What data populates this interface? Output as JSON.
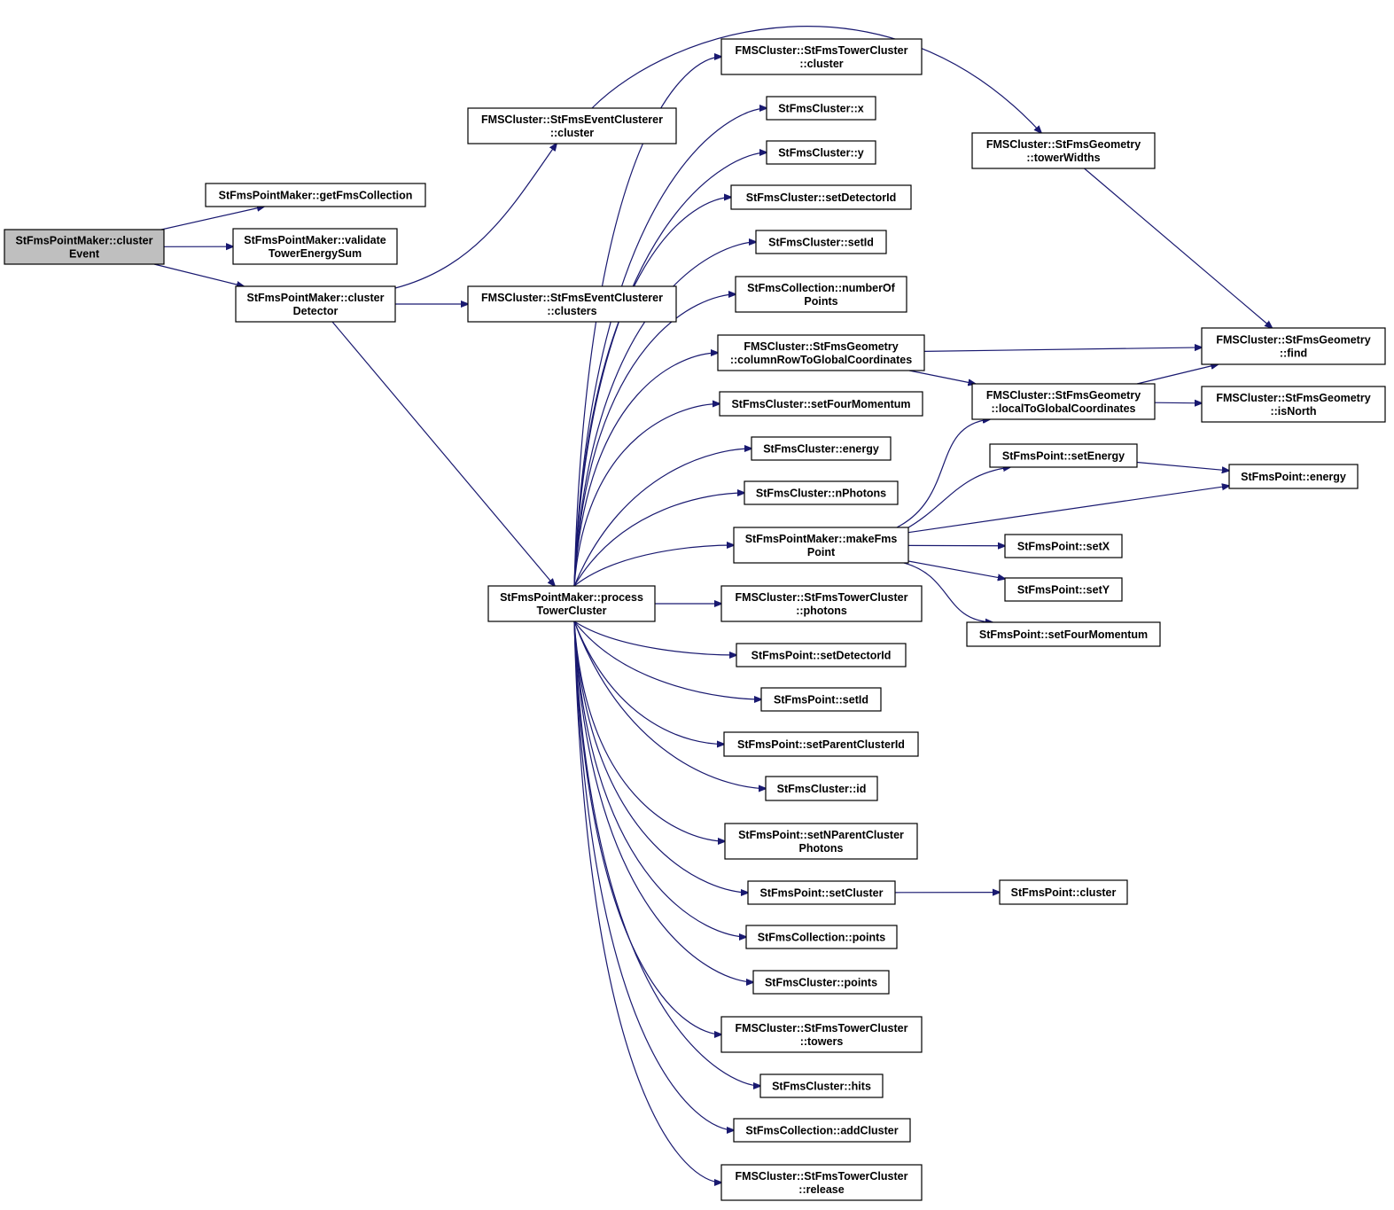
{
  "colors": {
    "edge": "#191970",
    "root_fill": "#bfbfbf",
    "node_fill": "#ffffff",
    "node_stroke": "#000000"
  },
  "nodes": [
    {
      "id": "clusterEvent",
      "lines": [
        "StFmsPointMaker::cluster",
        "Event"
      ],
      "root": true
    },
    {
      "id": "getFmsCollection",
      "lines": [
        "StFmsPointMaker::getFmsCollection"
      ]
    },
    {
      "id": "validateTowerEnergySum",
      "lines": [
        "StFmsPointMaker::validate",
        "TowerEnergySum"
      ]
    },
    {
      "id": "clusterDetector",
      "lines": [
        "StFmsPointMaker::cluster",
        "Detector"
      ]
    },
    {
      "id": "ecCluster",
      "lines": [
        "FMSCluster::StFmsEventClusterer",
        "::cluster"
      ]
    },
    {
      "id": "ecClusters",
      "lines": [
        "FMSCluster::StFmsEventClusterer",
        "::clusters"
      ]
    },
    {
      "id": "processTowerCluster",
      "lines": [
        "StFmsPointMaker::process",
        "TowerCluster"
      ]
    },
    {
      "id": "tcCluster",
      "lines": [
        "FMSCluster::StFmsTowerCluster",
        "::cluster"
      ]
    },
    {
      "id": "cX",
      "lines": [
        "StFmsCluster::x"
      ]
    },
    {
      "id": "cY",
      "lines": [
        "StFmsCluster::y"
      ]
    },
    {
      "id": "cSetDetectorId",
      "lines": [
        "StFmsCluster::setDetectorId"
      ]
    },
    {
      "id": "cSetId",
      "lines": [
        "StFmsCluster::setId"
      ]
    },
    {
      "id": "colNumberOfPoints",
      "lines": [
        "StFmsCollection::numberOf",
        "Points"
      ]
    },
    {
      "id": "geoColumnRow",
      "lines": [
        "FMSCluster::StFmsGeometry",
        "::columnRowToGlobalCoordinates"
      ]
    },
    {
      "id": "cSetFourMomentum",
      "lines": [
        "StFmsCluster::setFourMomentum"
      ]
    },
    {
      "id": "cEnergy",
      "lines": [
        "StFmsCluster::energy"
      ]
    },
    {
      "id": "cNPhotons",
      "lines": [
        "StFmsCluster::nPhotons"
      ]
    },
    {
      "id": "makeFmsPoint",
      "lines": [
        "StFmsPointMaker::makeFms",
        "Point"
      ]
    },
    {
      "id": "tcPhotons",
      "lines": [
        "FMSCluster::StFmsTowerCluster",
        "::photons"
      ]
    },
    {
      "id": "pSetDetectorId",
      "lines": [
        "StFmsPoint::setDetectorId"
      ]
    },
    {
      "id": "pSetId",
      "lines": [
        "StFmsPoint::setId"
      ]
    },
    {
      "id": "pSetParentClusterId",
      "lines": [
        "StFmsPoint::setParentClusterId"
      ]
    },
    {
      "id": "cId",
      "lines": [
        "StFmsCluster::id"
      ]
    },
    {
      "id": "pSetNParent",
      "lines": [
        "StFmsPoint::setNParentCluster",
        "Photons"
      ]
    },
    {
      "id": "pSetCluster",
      "lines": [
        "StFmsPoint::setCluster"
      ]
    },
    {
      "id": "colPoints",
      "lines": [
        "StFmsCollection::points"
      ]
    },
    {
      "id": "cPoints",
      "lines": [
        "StFmsCluster::points"
      ]
    },
    {
      "id": "tcTowers",
      "lines": [
        "FMSCluster::StFmsTowerCluster",
        "::towers"
      ]
    },
    {
      "id": "cHits",
      "lines": [
        "StFmsCluster::hits"
      ]
    },
    {
      "id": "colAddCluster",
      "lines": [
        "StFmsCollection::addCluster"
      ]
    },
    {
      "id": "tcRelease",
      "lines": [
        "FMSCluster::StFmsTowerCluster",
        "::release"
      ]
    },
    {
      "id": "geoTowerWidths",
      "lines": [
        "FMSCluster::StFmsGeometry",
        "::towerWidths"
      ]
    },
    {
      "id": "geoLocalToGlobal",
      "lines": [
        "FMSCluster::StFmsGeometry",
        "::localToGlobalCoordinates"
      ]
    },
    {
      "id": "pSetEnergy",
      "lines": [
        "StFmsPoint::setEnergy"
      ]
    },
    {
      "id": "pSetX",
      "lines": [
        "StFmsPoint::setX"
      ]
    },
    {
      "id": "pSetY",
      "lines": [
        "StFmsPoint::setY"
      ]
    },
    {
      "id": "pSetFourMomentum",
      "lines": [
        "StFmsPoint::setFourMomentum"
      ]
    },
    {
      "id": "pCluster",
      "lines": [
        "StFmsPoint::cluster"
      ]
    },
    {
      "id": "geoFind",
      "lines": [
        "FMSCluster::StFmsGeometry",
        "::find"
      ]
    },
    {
      "id": "geoIsNorth",
      "lines": [
        "FMSCluster::StFmsGeometry",
        "::isNorth"
      ]
    },
    {
      "id": "pEnergy",
      "lines": [
        "StFmsPoint::energy"
      ]
    }
  ],
  "edges": [
    [
      "clusterEvent",
      "getFmsCollection"
    ],
    [
      "clusterEvent",
      "validateTowerEnergySum"
    ],
    [
      "clusterEvent",
      "clusterDetector"
    ],
    [
      "clusterDetector",
      "ecCluster"
    ],
    [
      "clusterDetector",
      "ecClusters"
    ],
    [
      "clusterDetector",
      "processTowerCluster"
    ],
    [
      "ecCluster",
      "geoTowerWidths"
    ],
    [
      "processTowerCluster",
      "tcCluster"
    ],
    [
      "processTowerCluster",
      "cX"
    ],
    [
      "processTowerCluster",
      "cY"
    ],
    [
      "processTowerCluster",
      "cSetDetectorId"
    ],
    [
      "processTowerCluster",
      "cSetId"
    ],
    [
      "processTowerCluster",
      "colNumberOfPoints"
    ],
    [
      "processTowerCluster",
      "geoColumnRow"
    ],
    [
      "processTowerCluster",
      "cSetFourMomentum"
    ],
    [
      "processTowerCluster",
      "cEnergy"
    ],
    [
      "processTowerCluster",
      "cNPhotons"
    ],
    [
      "processTowerCluster",
      "makeFmsPoint"
    ],
    [
      "processTowerCluster",
      "tcPhotons"
    ],
    [
      "processTowerCluster",
      "pSetDetectorId"
    ],
    [
      "processTowerCluster",
      "pSetId"
    ],
    [
      "processTowerCluster",
      "pSetParentClusterId"
    ],
    [
      "processTowerCluster",
      "cId"
    ],
    [
      "processTowerCluster",
      "pSetNParent"
    ],
    [
      "processTowerCluster",
      "pSetCluster"
    ],
    [
      "processTowerCluster",
      "colPoints"
    ],
    [
      "processTowerCluster",
      "cPoints"
    ],
    [
      "processTowerCluster",
      "tcTowers"
    ],
    [
      "processTowerCluster",
      "cHits"
    ],
    [
      "processTowerCluster",
      "colAddCluster"
    ],
    [
      "processTowerCluster",
      "tcRelease"
    ],
    [
      "geoTowerWidths",
      "geoFind"
    ],
    [
      "geoColumnRow",
      "geoFind"
    ],
    [
      "geoColumnRow",
      "geoLocalToGlobal"
    ],
    [
      "geoLocalToGlobal",
      "geoFind"
    ],
    [
      "geoLocalToGlobal",
      "geoIsNorth"
    ],
    [
      "makeFmsPoint",
      "geoLocalToGlobal"
    ],
    [
      "makeFmsPoint",
      "pSetEnergy"
    ],
    [
      "makeFmsPoint",
      "pEnergy"
    ],
    [
      "makeFmsPoint",
      "pSetX"
    ],
    [
      "makeFmsPoint",
      "pSetY"
    ],
    [
      "makeFmsPoint",
      "pSetFourMomentum"
    ],
    [
      "pSetEnergy",
      "pEnergy"
    ],
    [
      "pSetCluster",
      "pCluster"
    ]
  ]
}
